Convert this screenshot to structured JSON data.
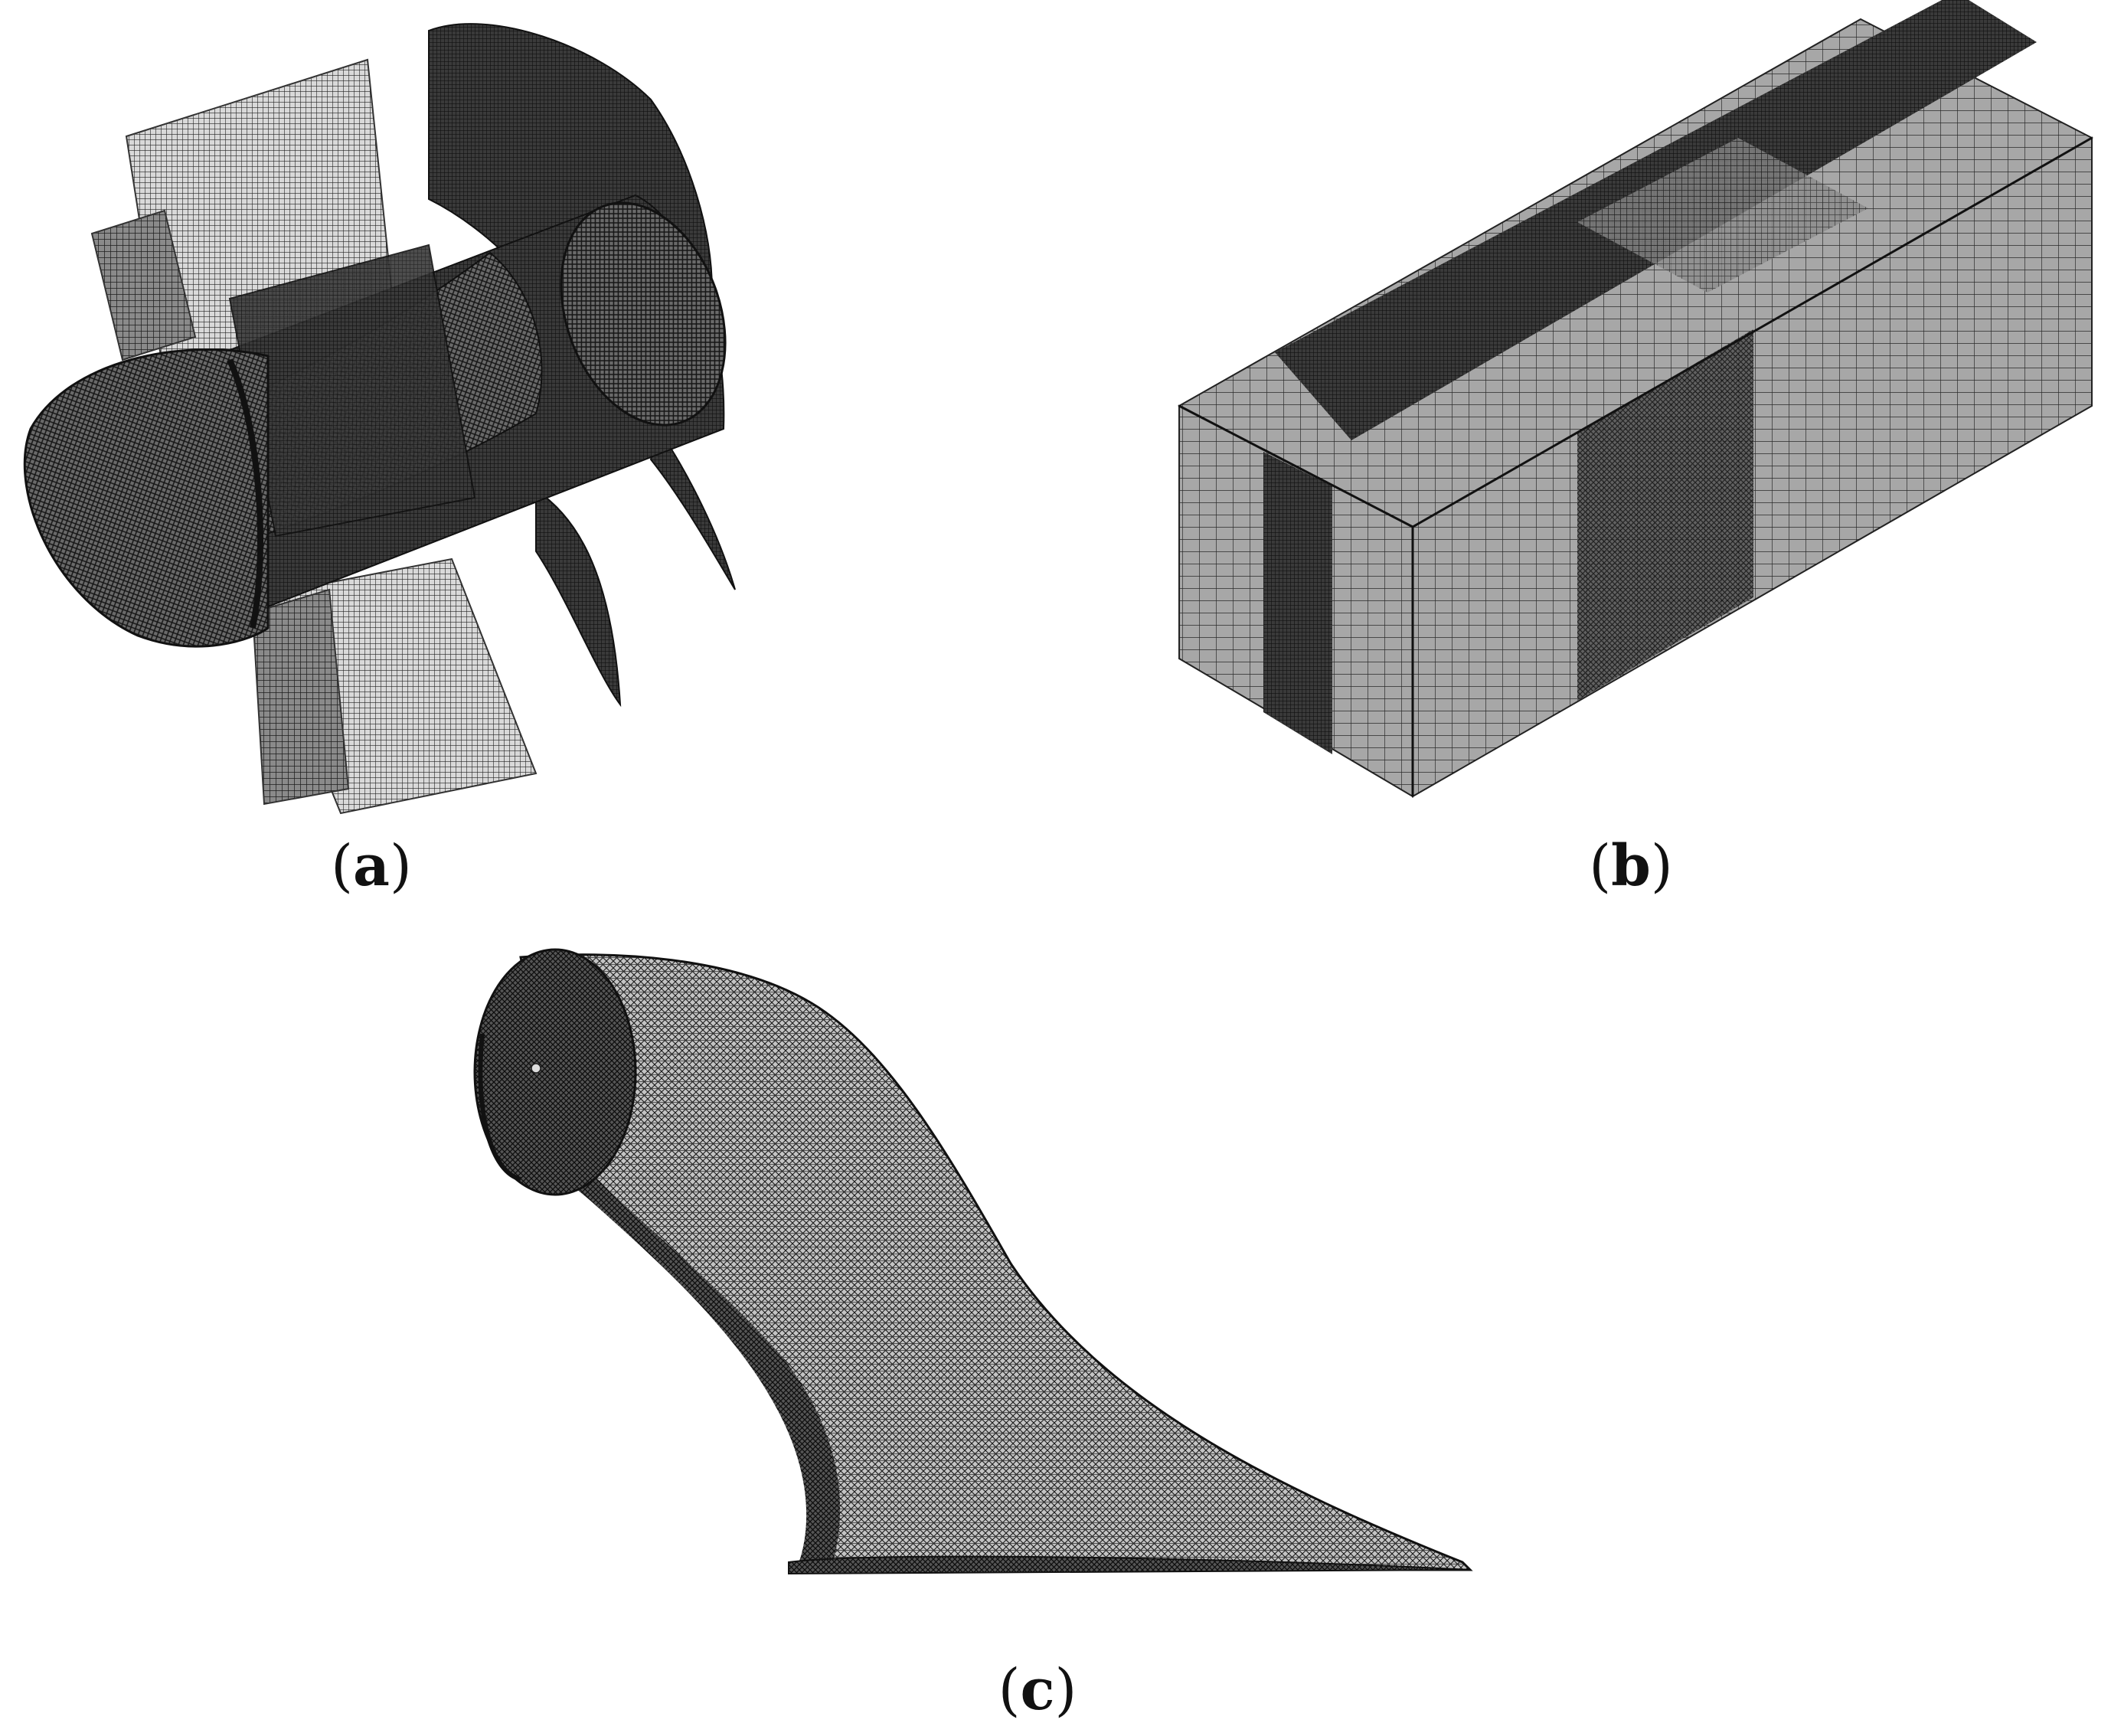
{
  "panels": [
    {
      "id": "a",
      "letter": "a",
      "open": "(",
      "close": ")"
    },
    {
      "id": "b",
      "letter": "b",
      "open": "(",
      "close": ")"
    },
    {
      "id": "c",
      "letter": "c",
      "open": "(",
      "close": ")"
    }
  ],
  "colors": {
    "mesh_dark": "#1a1a1a",
    "mesh_mid": "#555555",
    "mesh_light": "#d8d8d8",
    "background": "#ffffff"
  }
}
